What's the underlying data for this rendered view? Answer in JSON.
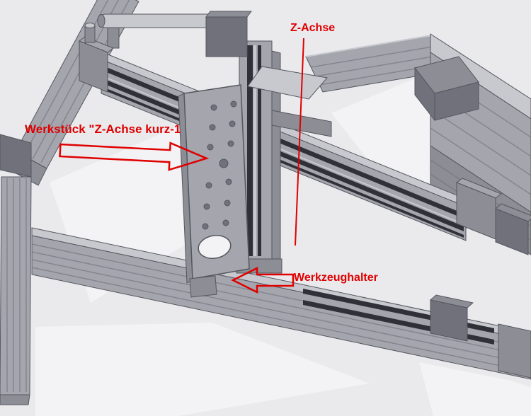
{
  "colors": {
    "background": "#eaeaed",
    "panel_light": "#f3f3f5",
    "metal_light": "#c8c9cf",
    "metal_mid": "#a4a5ad",
    "metal_shade": "#8c8d95",
    "metal_dark": "#70717a",
    "rail_black": "#303138",
    "edge": "#55565e",
    "annotation_red": "#e00000"
  },
  "annotations": {
    "z_axis": {
      "label": "Z-Achse"
    },
    "workpiece": {
      "label": "Werkstück \"Z-Achse kurz-1"
    },
    "tool_holder": {
      "label": "Werkzeughalter"
    }
  }
}
